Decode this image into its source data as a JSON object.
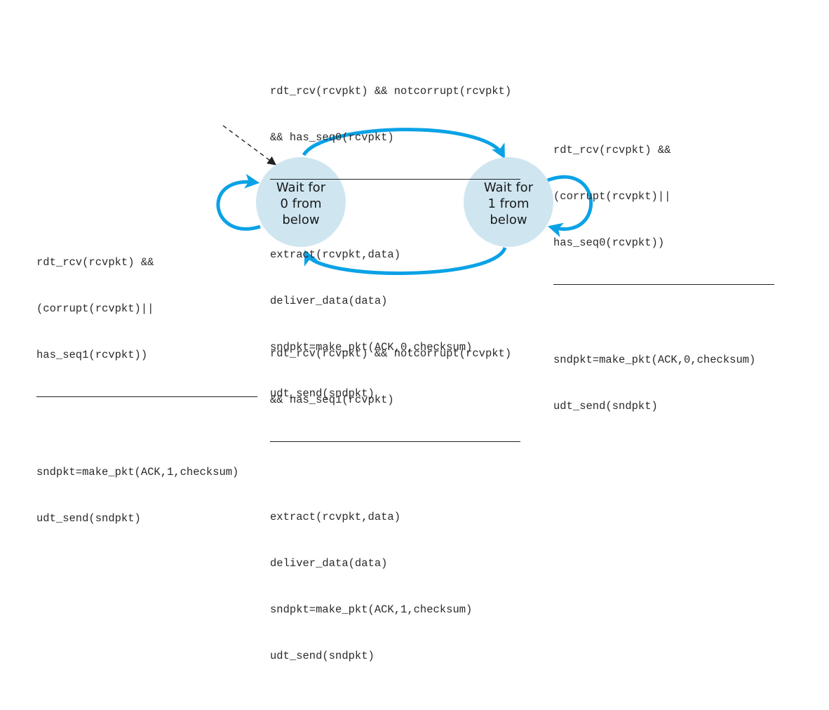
{
  "states": [
    {
      "id": "wait0",
      "label": [
        "Wait for",
        "0 from",
        "below"
      ]
    },
    {
      "id": "wait1",
      "label": [
        "Wait for",
        "1 from",
        "below"
      ]
    }
  ],
  "transitions": {
    "top": {
      "condition": [
        "rdt_rcv(rcvpkt) && notcorrupt(rcvpkt)",
        "&& has_seq0(rcvpkt)"
      ],
      "actions": [
        "extract(rcvpkt,data)",
        "deliver_data(data)",
        "sndpkt=make_pkt(ACK,0,checksum)",
        "udt_send(sndpkt)"
      ]
    },
    "right_self": {
      "condition": [
        "rdt_rcv(rcvpkt) &&",
        "(corrupt(rcvpkt)||",
        "has_seq0(rcvpkt))"
      ],
      "actions": [
        "sndpkt=make_pkt(ACK,0,checksum)",
        "udt_send(sndpkt)"
      ]
    },
    "left_self": {
      "condition": [
        "rdt_rcv(rcvpkt) &&",
        "(corrupt(rcvpkt)||",
        "has_seq1(rcvpkt))"
      ],
      "actions": [
        "sndpkt=make_pkt(ACK,1,checksum)",
        "udt_send(sndpkt)"
      ]
    },
    "bottom": {
      "condition": [
        "rdt_rcv(rcvpkt) && notcorrupt(rcvpkt)",
        "&& has_seq1(rcvpkt)"
      ],
      "actions": [
        "extract(rcvpkt,data)",
        "deliver_data(data)",
        "sndpkt=make_pkt(ACK,1,checksum)",
        "udt_send(sndpkt)"
      ]
    }
  },
  "colors": {
    "state_fill": "#cfe6f1",
    "arrow": "#0aa2e6",
    "initial_arrow": "#222222",
    "text": "#2a2a2a"
  }
}
